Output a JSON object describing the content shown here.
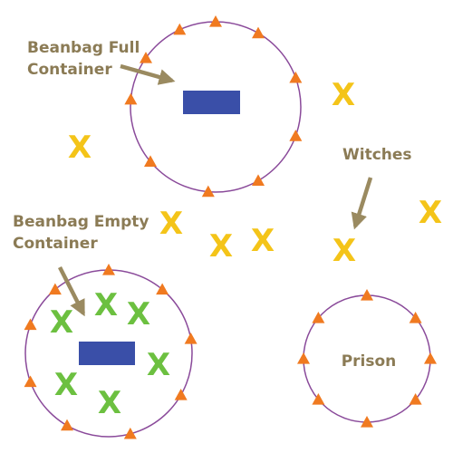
{
  "labels": {
    "beanbag_full_line1": "Beanbag Full",
    "beanbag_full_line2": "Container",
    "beanbag_empty_line1": "Beanbag Empty",
    "beanbag_empty_line2": "Container",
    "witches": "Witches",
    "prison": "Prison"
  },
  "marks": {
    "x": "X"
  },
  "colors": {
    "circle": "#8a4a9a",
    "cone": "#f07a20",
    "beanbag": "#3a4fa8",
    "witch_x": "#f4c419",
    "player_x": "#6cc040",
    "label": "#8b7b55",
    "arrow": "#9a8a60"
  },
  "icons": {
    "cone": "orange-cone-icon",
    "witch": "yellow-x-icon",
    "player": "green-x-icon",
    "beanbag": "beanbag-icon",
    "arrow": "pointer-arrow-icon"
  }
}
